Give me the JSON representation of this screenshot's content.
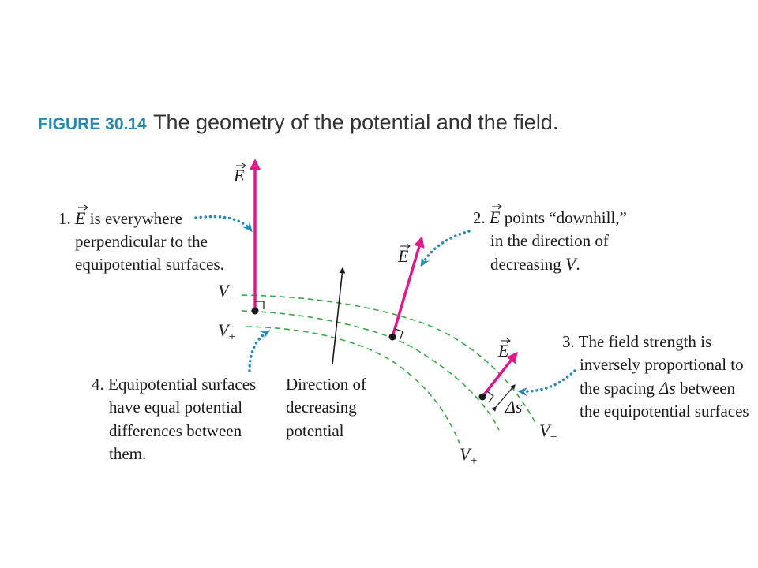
{
  "figure": {
    "label": "FIGURE 30.14",
    "caption": "The geometry of the potential and the field."
  },
  "symbols": {
    "field": "E",
    "v_minus": "V",
    "v_plus": "V",
    "minus_sub": "−",
    "plus_sub": "+",
    "delta_s": "Δs"
  },
  "notes": {
    "n1": {
      "number": "1.",
      "symbol": "E",
      "rest": "is everywhere",
      "line2": "perpendicular to the",
      "line3": "equipotential surfaces."
    },
    "n2": {
      "number": "2.",
      "symbol": "E",
      "rest": "points “downhill,”",
      "line2": "in the direction of",
      "line3_prefix": "decreasing ",
      "line3_var": "V",
      "line3_suffix": "."
    },
    "n3": {
      "line1": "3. The field strength is",
      "line2": "inversely proportional to",
      "line3_prefix": "the spacing ",
      "line3_var": "Δs",
      "line3_suffix": " between",
      "line4": "the equipotential surfaces"
    },
    "n4": {
      "line1": "4. Equipotential surfaces",
      "line2": "have equal potential",
      "line3": "differences between",
      "line4": "them."
    },
    "direction": {
      "line1": "Direction of",
      "line2": "decreasing",
      "line3": "potential"
    }
  },
  "colors": {
    "field_vector": "#e0198a",
    "equipotential": "#3aa84a",
    "pointer": "#2a8ab5",
    "ink": "#1a1a1a",
    "label_blue": "#2a8aab"
  },
  "icons": {
    "field_arrow": "arrow-up-icon",
    "pointer_arrow": "dotted-arrow-icon",
    "right_angle": "right-angle-marker-icon"
  }
}
